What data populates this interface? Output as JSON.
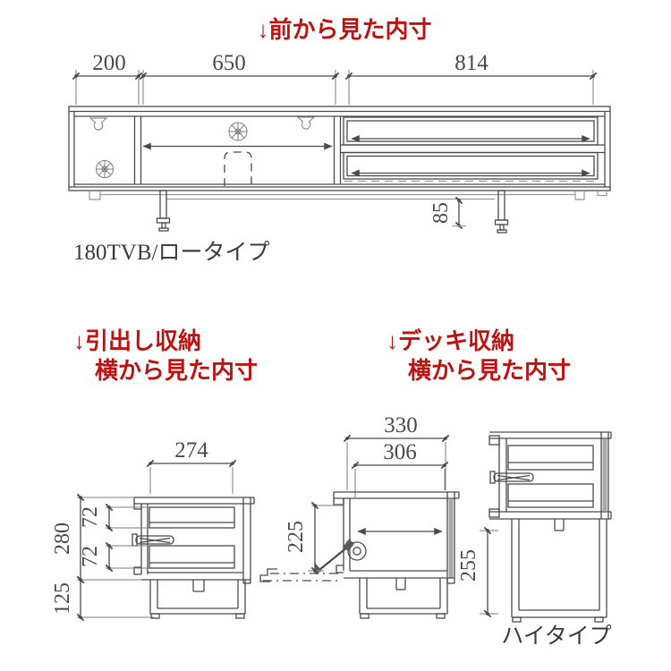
{
  "colors": {
    "accent_red": "#c11212",
    "line": "#4a4a4a"
  },
  "front_view": {
    "title": "↓前から見た内寸",
    "model_label": "180TVB/ロータイプ",
    "dims": {
      "left_section": "200",
      "center_section": "650",
      "right_section": "814",
      "leg_clearance": "85"
    }
  },
  "drawer_view": {
    "title_line1": "↓引出し収納",
    "title_line2": "横から見た内寸",
    "dims": {
      "inner_width": "274",
      "inner_height": "280",
      "upper_drawer": "72",
      "lower_drawer": "72",
      "base_height": "125"
    }
  },
  "deck_view": {
    "title_line1": "↓デッキ収納",
    "title_line2": "横から見た内寸",
    "dims": {
      "outer_width": "330",
      "inner_width": "306",
      "inner_height": "225"
    }
  },
  "high_type_view": {
    "label": "ハイタイプ",
    "dims": {
      "stand_inner_height": "255"
    }
  }
}
